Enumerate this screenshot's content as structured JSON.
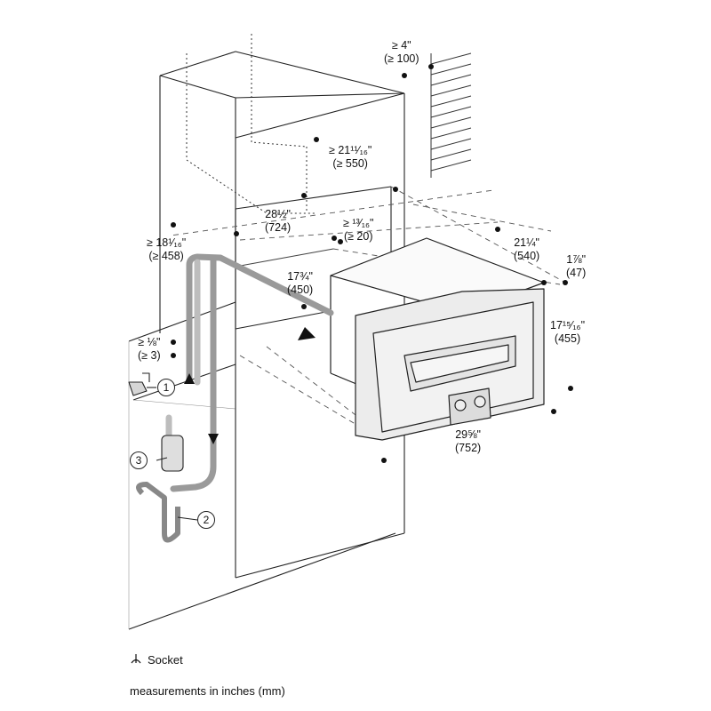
{
  "dimensions": {
    "wall_clearance": {
      "line1": "≥ 4\"",
      "line2": "(≥ 100)"
    },
    "cavity_depth": {
      "line1": "≥ 21¹¹⁄₁₆\"",
      "line2": "(≥ 550)"
    },
    "cavity_width": {
      "line1": "28½\"",
      "line2": "(724)"
    },
    "back_gap": {
      "line1": "≥ ¹³⁄₁₆\"",
      "line2": "(≥ 20)"
    },
    "cavity_height": {
      "line1": "≥ 18¹⁄₁₆\"",
      "line2": "(≥ 458)"
    },
    "appliance_height_body": {
      "line1": "17¾\"",
      "line2": "(450)"
    },
    "bottom_gap": {
      "line1": "≥ ⅛\"",
      "line2": "(≥ 3)"
    },
    "appliance_depth": {
      "line1": "21¼\"",
      "line2": "(540)"
    },
    "front_panel_depth": {
      "line1": "1⅞\"",
      "line2": "(47)"
    },
    "appliance_height": {
      "line1": "17¹⁵⁄₁₆\"",
      "line2": "(455)"
    },
    "appliance_width": {
      "line1": "29⅝\"",
      "line2": "(752)"
    }
  },
  "callouts": {
    "water_tap": "1",
    "drain": "2",
    "filter": "3"
  },
  "legend": {
    "socket_label": "Socket",
    "units_note": "measurements in inches (mm)"
  }
}
